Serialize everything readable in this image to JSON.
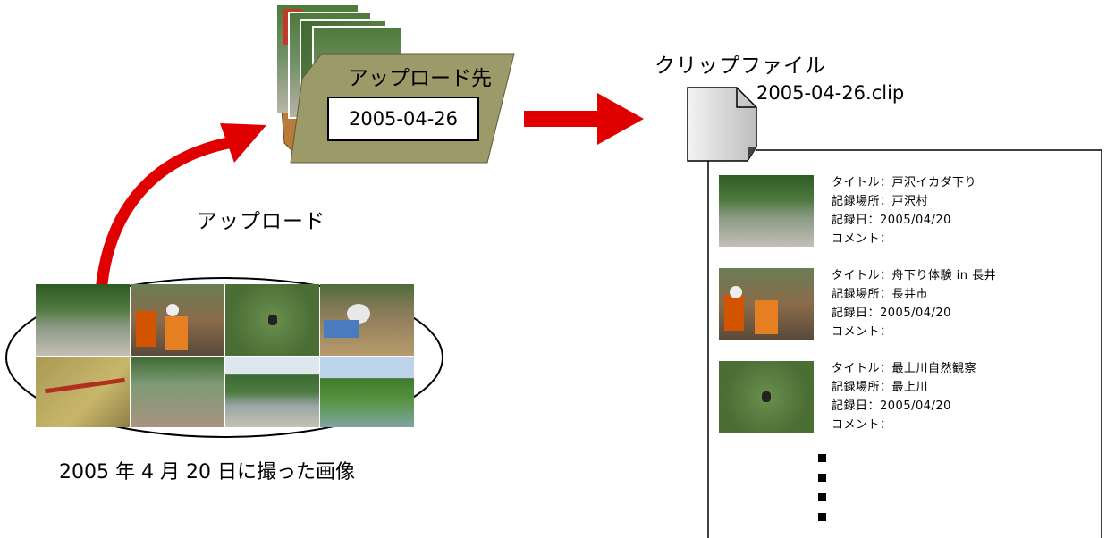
{
  "upload_folder": {
    "title": "アップロード先",
    "date_box": "2005-04-26"
  },
  "upload_label": "アップロード",
  "source_images_caption": "2005 年 4 月 20 日に撮った画像",
  "clip_file": {
    "heading": "クリップファイル",
    "filename": "2005-04-26.clip"
  },
  "entries": [
    {
      "title": "タイトル：戸沢イカダ下り",
      "location": "記録場所：戸沢村",
      "date": "記録日：2005/04/20",
      "comment": "コメント："
    },
    {
      "title": "タイトル：舟下り体験 in 長井",
      "location": "記録場所：長井市",
      "date": "記録日：2005/04/20",
      "comment": "コメント："
    },
    {
      "title": "タイトル：最上川自然観察",
      "location": "記録場所：最上川",
      "date": "記録日：2005/04/20",
      "comment": "コメント："
    }
  ],
  "colors": {
    "arrow": "#e00000",
    "folder_front": "#9c9a68",
    "folder_back": "#b97b3a",
    "doc_icon": "#d9d9d9"
  }
}
